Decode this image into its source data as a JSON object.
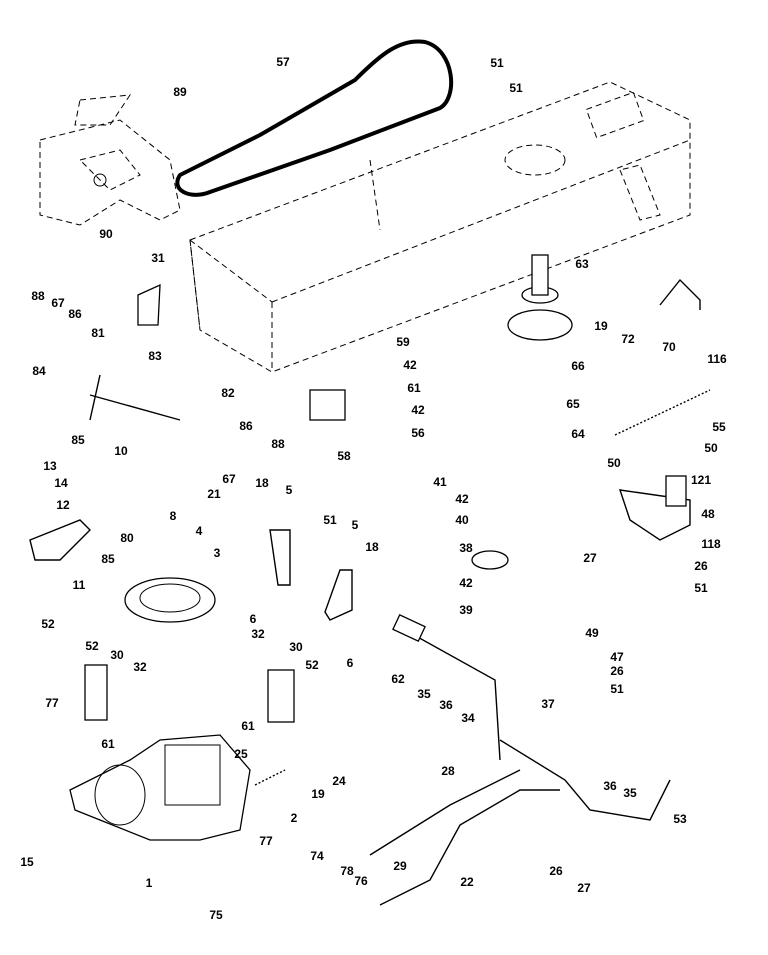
{
  "diagram": {
    "labels": [
      {
        "id": "l89",
        "text": "89"
      },
      {
        "id": "l57",
        "text": "57"
      },
      {
        "id": "l51a",
        "text": "51"
      },
      {
        "id": "l51b",
        "text": "51"
      },
      {
        "id": "l90",
        "text": "90"
      },
      {
        "id": "l31",
        "text": "31"
      },
      {
        "id": "l88a",
        "text": "88"
      },
      {
        "id": "l67a",
        "text": "67"
      },
      {
        "id": "l86a",
        "text": "86"
      },
      {
        "id": "l81",
        "text": "81"
      },
      {
        "id": "l83",
        "text": "83"
      },
      {
        "id": "l82",
        "text": "82"
      },
      {
        "id": "l84",
        "text": "84"
      },
      {
        "id": "l85a",
        "text": "85"
      },
      {
        "id": "l86b",
        "text": "86"
      },
      {
        "id": "l88b",
        "text": "88"
      },
      {
        "id": "l67b",
        "text": "67"
      },
      {
        "id": "l21",
        "text": "21"
      },
      {
        "id": "l10",
        "text": "10"
      },
      {
        "id": "l13",
        "text": "13"
      },
      {
        "id": "l14",
        "text": "14"
      },
      {
        "id": "l12",
        "text": "12"
      },
      {
        "id": "l8",
        "text": "8"
      },
      {
        "id": "l80",
        "text": "80"
      },
      {
        "id": "l85b",
        "text": "85"
      },
      {
        "id": "l11",
        "text": "11"
      },
      {
        "id": "l4",
        "text": "4"
      },
      {
        "id": "l3",
        "text": "3"
      },
      {
        "id": "l18a",
        "text": "18"
      },
      {
        "id": "l5a",
        "text": "5"
      },
      {
        "id": "l51c",
        "text": "51"
      },
      {
        "id": "l5b",
        "text": "5"
      },
      {
        "id": "l18b",
        "text": "18"
      },
      {
        "id": "l6a",
        "text": "6"
      },
      {
        "id": "l6b",
        "text": "6"
      },
      {
        "id": "l58",
        "text": "58"
      },
      {
        "id": "l63",
        "text": "63"
      },
      {
        "id": "l19a",
        "text": "19"
      },
      {
        "id": "l72",
        "text": "72"
      },
      {
        "id": "l70",
        "text": "70"
      },
      {
        "id": "l116",
        "text": "116"
      },
      {
        "id": "l59",
        "text": "59"
      },
      {
        "id": "l42a",
        "text": "42"
      },
      {
        "id": "l61a",
        "text": "61"
      },
      {
        "id": "l66",
        "text": "66"
      },
      {
        "id": "l42b",
        "text": "42"
      },
      {
        "id": "l65",
        "text": "65"
      },
      {
        "id": "l56",
        "text": "56"
      },
      {
        "id": "l64",
        "text": "64"
      },
      {
        "id": "l55",
        "text": "55"
      },
      {
        "id": "l41",
        "text": "41"
      },
      {
        "id": "l42c",
        "text": "42"
      },
      {
        "id": "l40",
        "text": "40"
      },
      {
        "id": "l38",
        "text": "38"
      },
      {
        "id": "l42d",
        "text": "42"
      },
      {
        "id": "l39",
        "text": "39"
      },
      {
        "id": "l50a",
        "text": "50"
      },
      {
        "id": "l50b",
        "text": "50"
      },
      {
        "id": "l121",
        "text": "121"
      },
      {
        "id": "l48",
        "text": "48"
      },
      {
        "id": "l27a",
        "text": "27"
      },
      {
        "id": "l118",
        "text": "118"
      },
      {
        "id": "l26a",
        "text": "26"
      },
      {
        "id": "l51d",
        "text": "51"
      },
      {
        "id": "l49",
        "text": "49"
      },
      {
        "id": "l47",
        "text": "47"
      },
      {
        "id": "l26b",
        "text": "26"
      },
      {
        "id": "l51e",
        "text": "51"
      },
      {
        "id": "l52a",
        "text": "52"
      },
      {
        "id": "l52b",
        "text": "52"
      },
      {
        "id": "l30a",
        "text": "30"
      },
      {
        "id": "l32a",
        "text": "32"
      },
      {
        "id": "l77a",
        "text": "77"
      },
      {
        "id": "l61b",
        "text": "61"
      },
      {
        "id": "l32b",
        "text": "32"
      },
      {
        "id": "l30b",
        "text": "30"
      },
      {
        "id": "l52c",
        "text": "52"
      },
      {
        "id": "l61c",
        "text": "61"
      },
      {
        "id": "l62",
        "text": "62"
      },
      {
        "id": "l35a",
        "text": "35"
      },
      {
        "id": "l36a",
        "text": "36"
      },
      {
        "id": "l34",
        "text": "34"
      },
      {
        "id": "l37",
        "text": "37"
      },
      {
        "id": "l25",
        "text": "25"
      },
      {
        "id": "l19b",
        "text": "19"
      },
      {
        "id": "l24",
        "text": "24"
      },
      {
        "id": "l2",
        "text": "2"
      },
      {
        "id": "l77b",
        "text": "77"
      },
      {
        "id": "l28",
        "text": "28"
      },
      {
        "id": "l36b",
        "text": "36"
      },
      {
        "id": "l35b",
        "text": "35"
      },
      {
        "id": "l53",
        "text": "53"
      },
      {
        "id": "l15",
        "text": "15"
      },
      {
        "id": "l1",
        "text": "1"
      },
      {
        "id": "l74",
        "text": "74"
      },
      {
        "id": "l29",
        "text": "29"
      },
      {
        "id": "l26c",
        "text": "26"
      },
      {
        "id": "l27b",
        "text": "27"
      },
      {
        "id": "l22",
        "text": "22"
      },
      {
        "id": "l78",
        "text": "78"
      },
      {
        "id": "l76",
        "text": "76"
      },
      {
        "id": "l75",
        "text": "75"
      }
    ]
  }
}
